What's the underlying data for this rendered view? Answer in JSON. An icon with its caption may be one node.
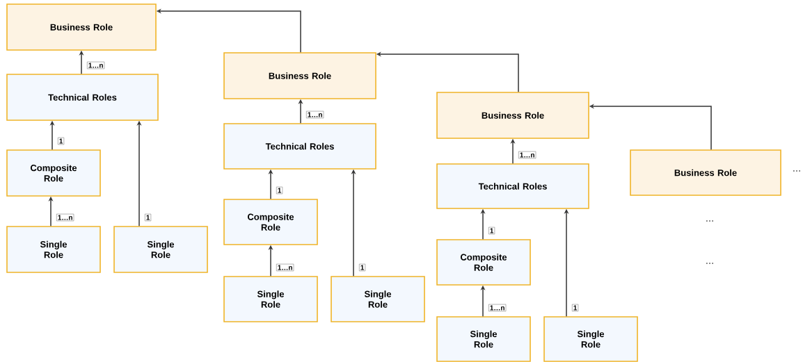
{
  "diagram": {
    "nodes": [
      {
        "text": [
          "Business Role"
        ]
      },
      {
        "text": [
          "Technical Roles"
        ]
      },
      {
        "text": [
          "Composite Role"
        ]
      },
      {
        "text": [
          "Single Role"
        ]
      },
      {
        "text": [
          "Single Role"
        ]
      },
      {
        "text": [
          "Business Role"
        ]
      },
      {
        "text": [
          "Technical Roles"
        ]
      },
      {
        "text": [
          "Composite Role"
        ]
      },
      {
        "text": [
          "Single Role"
        ]
      },
      {
        "text": [
          "Single Role"
        ]
      },
      {
        "text": [
          "Business Role"
        ]
      },
      {
        "text": [
          "Technical Roles"
        ]
      },
      {
        "text": [
          "Composite Role"
        ]
      },
      {
        "text": [
          "Single Role"
        ]
      },
      {
        "text": [
          "Single Role"
        ]
      },
      {
        "text": [
          "Business Role"
        ]
      }
    ],
    "edges": [
      {
        "from": 1,
        "to": 0,
        "arrow": "to",
        "label": "1…n"
      },
      {
        "from": 2,
        "to": 1,
        "arrow": "to",
        "label": "1"
      },
      {
        "from": 3,
        "to": 2,
        "arrow": "to",
        "label": "1…n"
      },
      {
        "from": 4,
        "to": 1,
        "arrow": "to",
        "label": "1"
      },
      {
        "from": 6,
        "to": 5,
        "arrow": "to",
        "label": "1…n"
      },
      {
        "from": 7,
        "to": 6,
        "arrow": "to",
        "label": "1"
      },
      {
        "from": 8,
        "to": 7,
        "arrow": "to",
        "label": "1…n"
      },
      {
        "from": 9,
        "to": 6,
        "arrow": "to",
        "label": "1"
      },
      {
        "from": 11,
        "to": 10,
        "arrow": "to",
        "label": "1…n"
      },
      {
        "from": 12,
        "to": 11,
        "arrow": "to",
        "label": "1"
      },
      {
        "from": 13,
        "to": 12,
        "arrow": "to",
        "label": "1…n"
      },
      {
        "from": 14,
        "to": 11,
        "arrow": "to",
        "label": "1"
      },
      {
        "from": 5,
        "to": 0,
        "arrow": "to"
      },
      {
        "from": 10,
        "to": 5,
        "arrow": "to"
      },
      {
        "from": 15,
        "to": 10,
        "arrow": "to"
      }
    ],
    "labels": [
      "…",
      "…",
      "…"
    ]
  }
}
